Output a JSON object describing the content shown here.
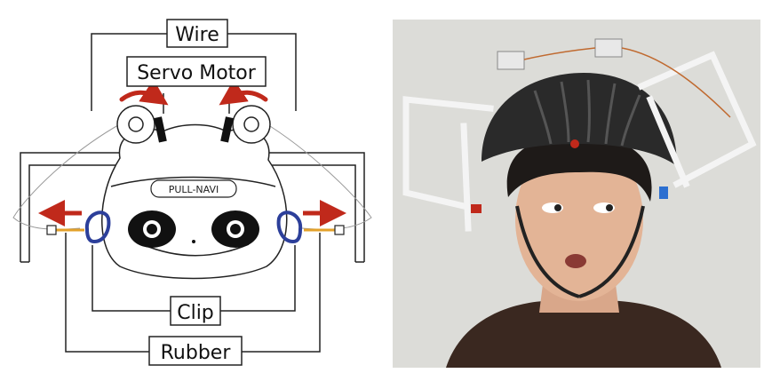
{
  "diagram": {
    "labels": {
      "wire": "Wire",
      "servo_motor": "Servo Motor",
      "clip": "Clip",
      "rubber": "Rubber"
    },
    "device_label": "PULL-NAVI",
    "colors": {
      "arrow": "#c0291b",
      "clip": "#2c3f9a",
      "rubber": "#e3a12a",
      "line": "#222222",
      "wire": "#999999"
    }
  },
  "photo": {
    "subject": "person wearing helmet with servo and frame attachments"
  }
}
